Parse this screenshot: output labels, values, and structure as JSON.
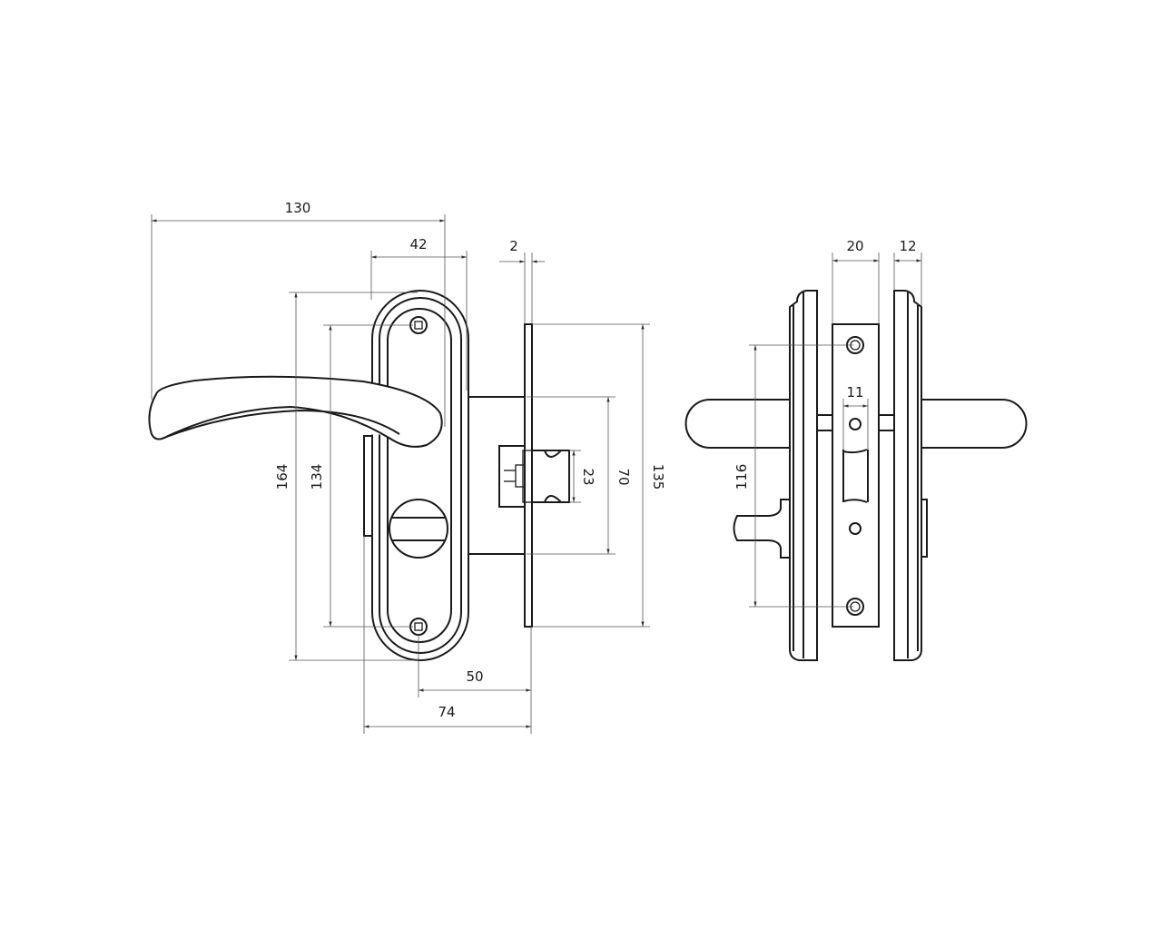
{
  "front_view": {
    "dimensions": {
      "overall_length": "130",
      "plate_width": "42",
      "faceplate_thickness": "2",
      "plate_height": "164",
      "screw_spacing": "134",
      "lock_body_height": "70",
      "faceplate_height": "135",
      "latch_height": "23",
      "backset": "50",
      "overall_depth": "74"
    }
  },
  "side_view": {
    "dimensions": {
      "faceplate_width": "20",
      "rosette_thickness": "12",
      "screw_spacing": "116",
      "spindle_size": "11"
    }
  },
  "colors": {
    "line": "#1a1a1a",
    "dimension": "#555555",
    "background": "#ffffff"
  }
}
